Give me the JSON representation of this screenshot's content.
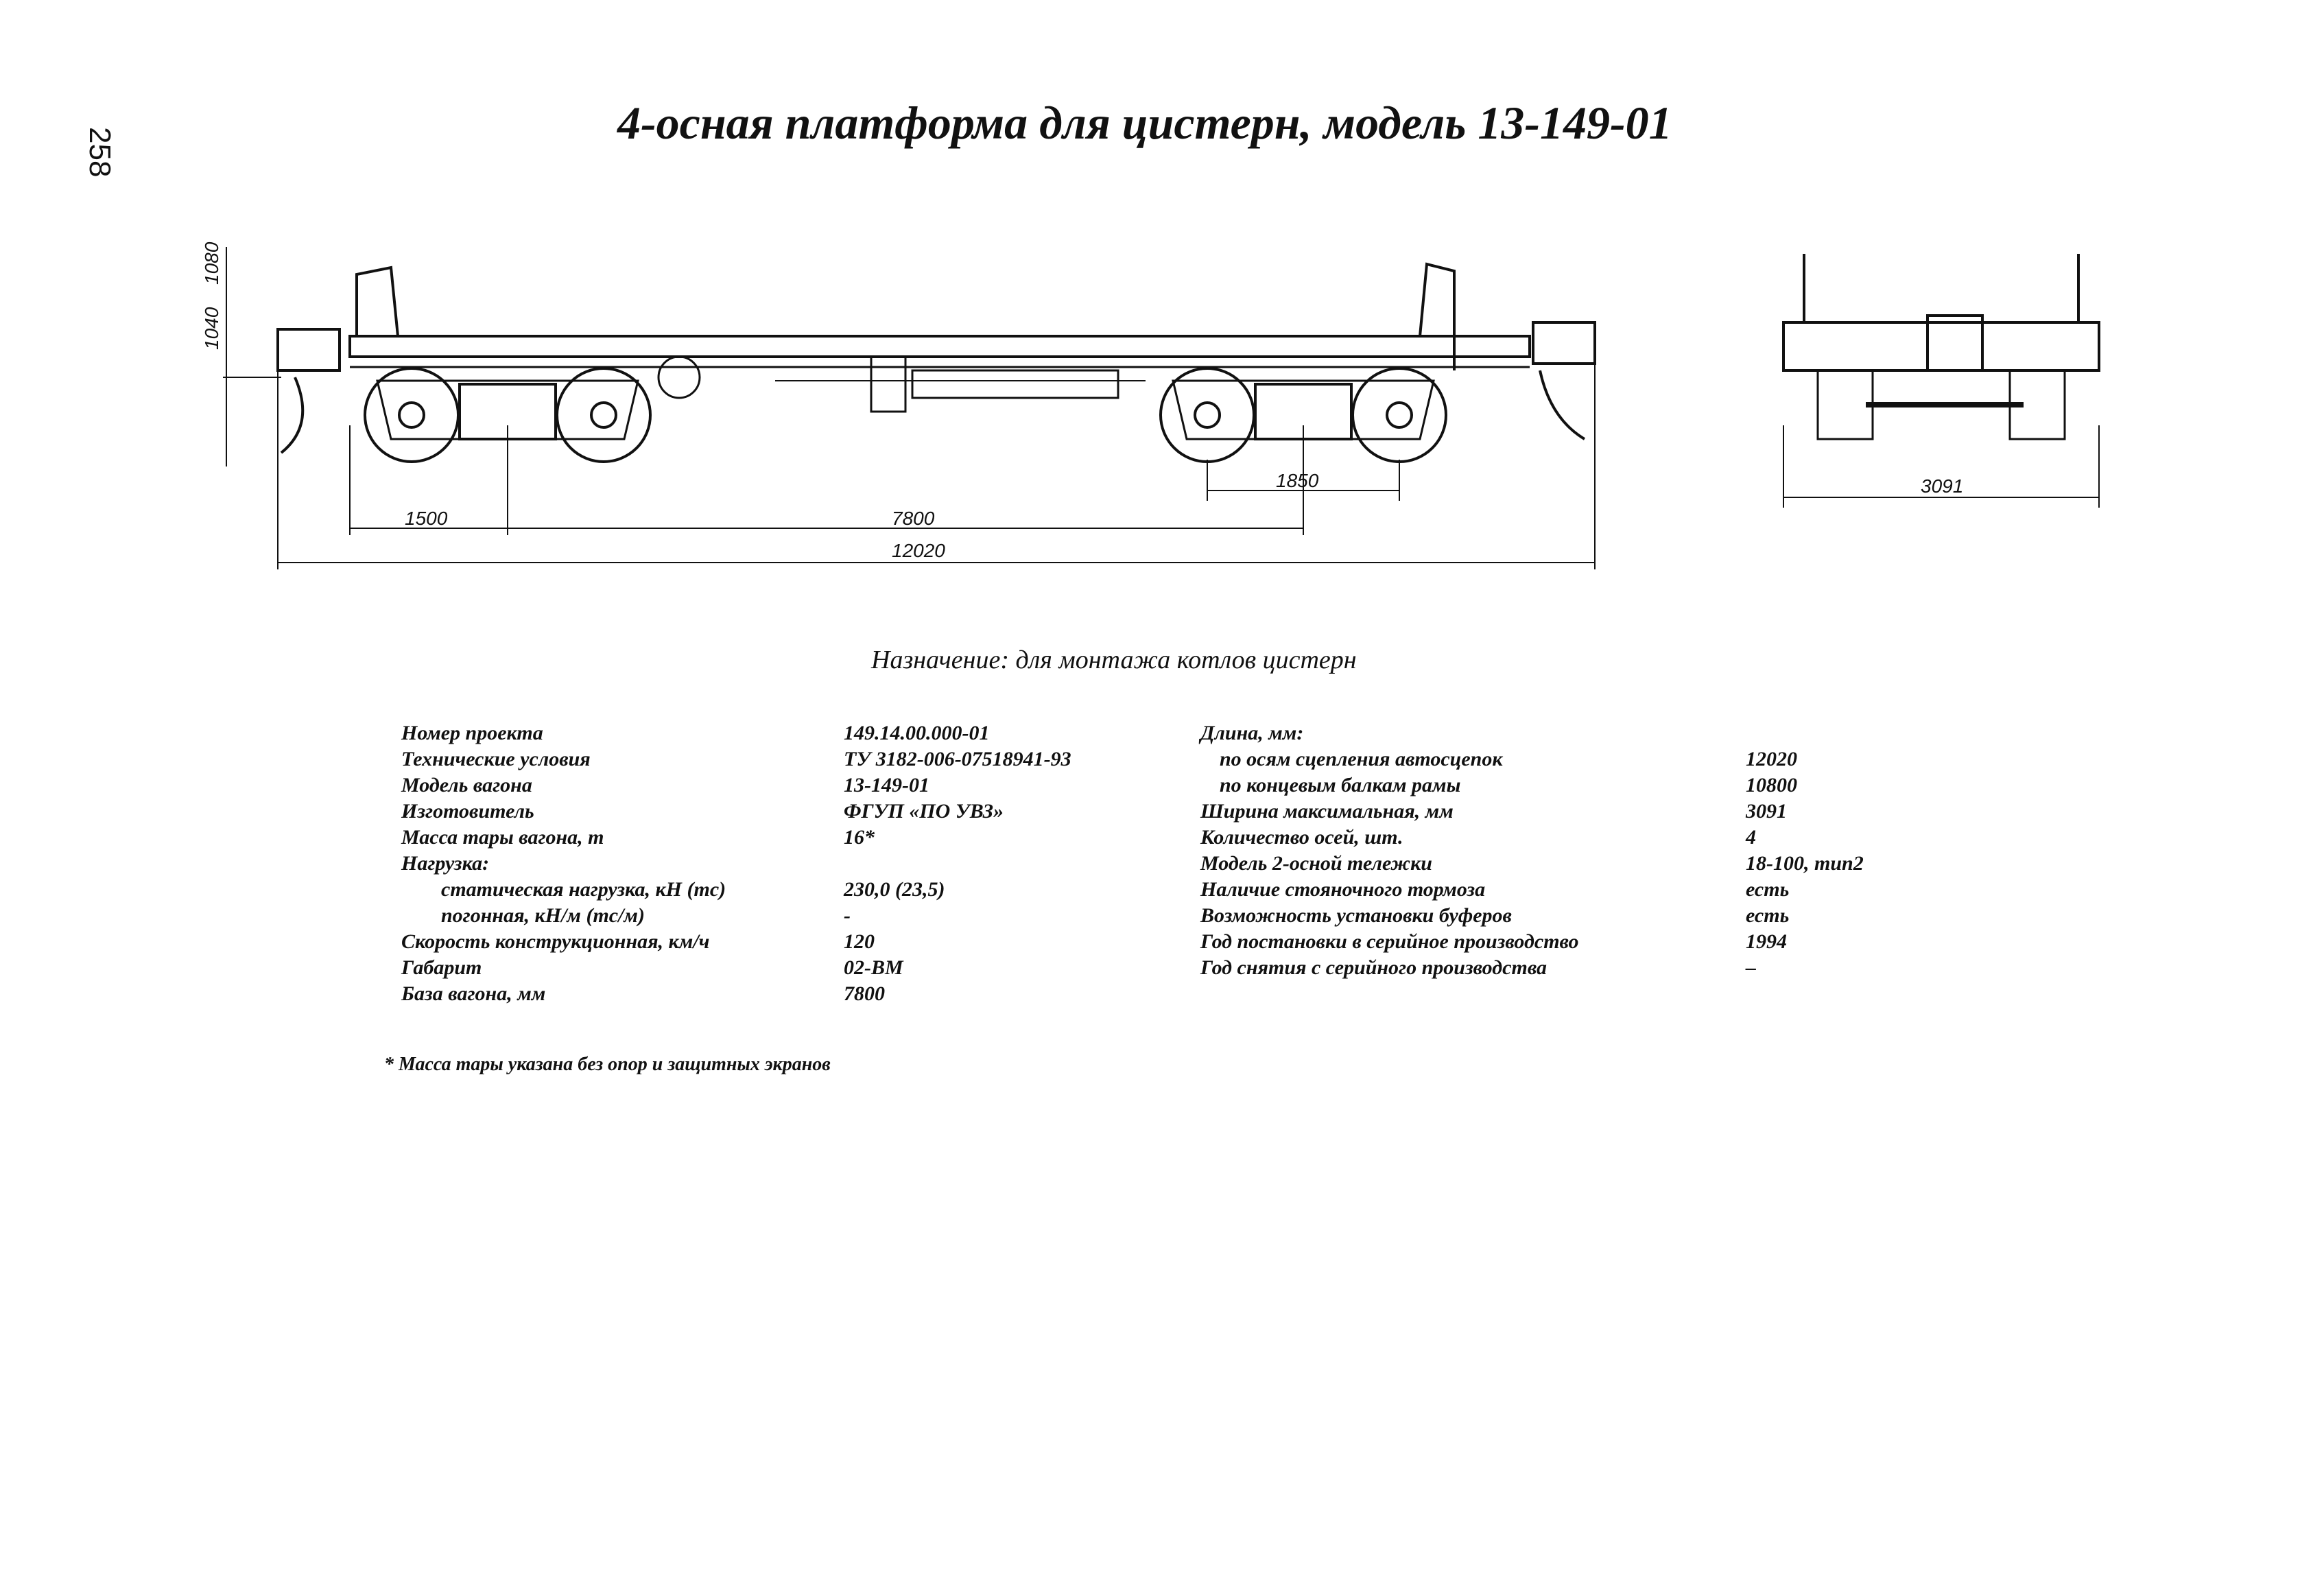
{
  "page": {
    "number": "258"
  },
  "title": "4-осная платформа для цистерн, модель 13-149-01",
  "drawing": {
    "height_labels": [
      "1040",
      "1080"
    ],
    "dims": {
      "end_to_bogie": "1500",
      "base": "7800",
      "bogie_base": "1850",
      "total_length": "12020",
      "width": "3091"
    }
  },
  "purpose": "Назначение: для монтажа котлов цистерн",
  "specs_left": [
    {
      "label": "Номер проекта",
      "value": "149.14.00.000-01",
      "indent": 0
    },
    {
      "label": "Технические условия",
      "value": "ТУ 3182-006-07518941-93",
      "indent": 0
    },
    {
      "label": "Модель вагона",
      "value": "13-149-01",
      "indent": 0
    },
    {
      "label": "Изготовитель",
      "value": "ФГУП «ПО УВЗ»",
      "indent": 0
    },
    {
      "label": "Масса тары вагона, т",
      "value": "16*",
      "indent": 0
    },
    {
      "label": "Нагрузка:",
      "value": "",
      "indent": 0
    },
    {
      "label": "статическая нагрузка, кН (тс)",
      "value": "230,0 (23,5)",
      "indent": 1
    },
    {
      "label": "погонная, кН/м (тс/м)",
      "value": "-",
      "indent": 1
    },
    {
      "label": "Скорость конструкционная, км/ч",
      "value": "120",
      "indent": 0
    },
    {
      "label": "Габарит",
      "value": "02-ВМ",
      "indent": 0
    },
    {
      "label": "База вагона, мм",
      "value": "7800",
      "indent": 0
    }
  ],
  "specs_right": [
    {
      "label": "Длина, мм:",
      "value": "",
      "indent": 0
    },
    {
      "label": "по осям сцепления автосцепок",
      "value": "12020",
      "indent": 1
    },
    {
      "label": "по концевым балкам рамы",
      "value": "10800",
      "indent": 1
    },
    {
      "label": "Ширина максимальная, мм",
      "value": "3091",
      "indent": 0
    },
    {
      "label": "Количество осей, шт.",
      "value": "4",
      "indent": 0
    },
    {
      "label": "Модель 2-осной тележки",
      "value": "18-100, тип2",
      "indent": 0
    },
    {
      "label": "Наличие стояночного тормоза",
      "value": "есть",
      "indent": 0
    },
    {
      "label": "Возможность установки буферов",
      "value": "есть",
      "indent": 0
    },
    {
      "label": "Год постановки в серийное производство",
      "value": "1994",
      "indent": 0
    },
    {
      "label": "Год снятия с серийного производства",
      "value": "–",
      "indent": 0
    }
  ],
  "footnote": "* Масса тары указана без опор и защитных экранов"
}
